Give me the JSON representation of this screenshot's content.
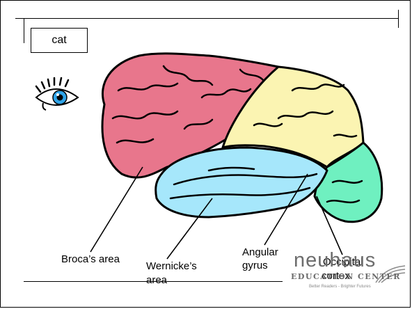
{
  "word_box": {
    "text": "cat"
  },
  "labels": {
    "broca": "Broca’s area",
    "wernicke_line1": "Wernicke’s",
    "wernicke_line2": "area",
    "angular_line1": "Angular",
    "angular_line2": "gyrus",
    "occipital_line1": "Occipital",
    "occipital_line2": "cortex"
  },
  "regions": {
    "frontal": {
      "color": "#e8768c"
    },
    "parietal": {
      "color": "#fbf4b2"
    },
    "temporal": {
      "color": "#a6e7fb"
    },
    "occipital": {
      "color": "#6ff0c0"
    }
  },
  "icons": {
    "eye": "eye-icon"
  },
  "logo": {
    "wordmark": "neuhaus",
    "subtitle": "EDUCATION CENTER",
    "tagline": "Better Readers - Brighter Futures"
  }
}
